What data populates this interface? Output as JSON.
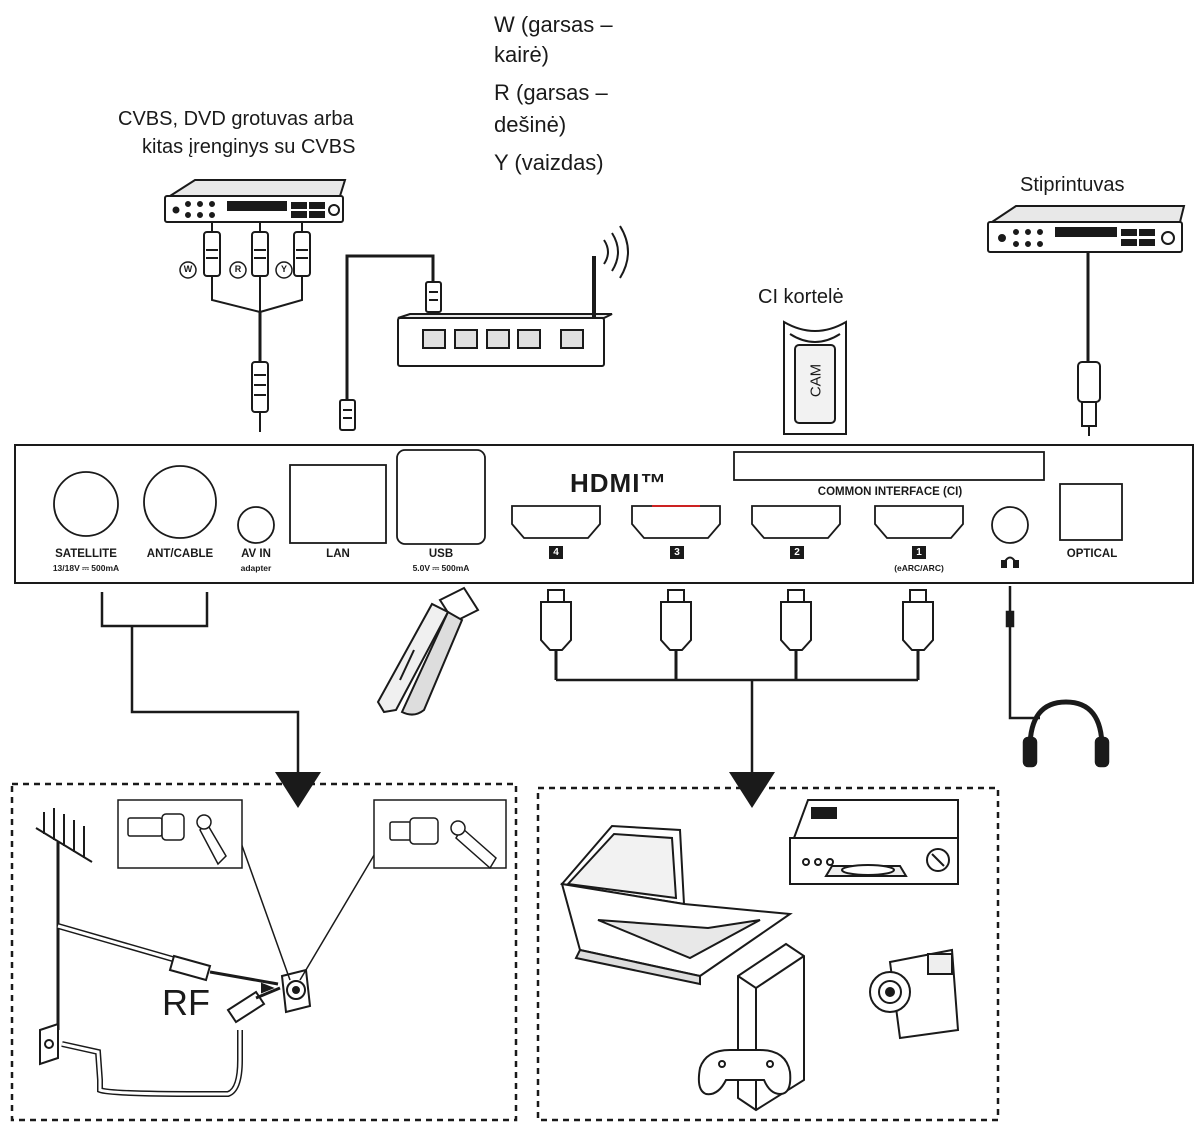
{
  "labels": {
    "cvbs_device_line1": "CVBS, DVD grotuvas arba",
    "cvbs_device_line2": "kitas įrenginys su CVBS",
    "w_line1": "W (garsas –",
    "w_line2": "kairė)",
    "r_line1": "R (garsas –",
    "r_line2": "dešinė)",
    "y_line": "Y (vaizdas)",
    "amplifier": "Stiprintuvas",
    "ci_card": "CI kortelė",
    "cam": "CAM",
    "rf": "RF",
    "rca_w": "W",
    "rca_r": "R",
    "rca_y": "Y"
  },
  "panel": {
    "satellite": "SATELLITE",
    "satellite_spec": "13/18V ⎓ 500mA",
    "ant_cable": "ANT/CABLE",
    "av_in": "AV IN",
    "av_in_sub": "adapter",
    "lan": "LAN",
    "usb": "USB",
    "usb_spec": "5.0V ⎓ 500mA",
    "hdmi_logo": "HDMI™",
    "hdmi_4": "4",
    "hdmi_3": "3",
    "hdmi_2": "2",
    "hdmi_1": "1",
    "earc": "(eARC/ARC)",
    "common_interface": "COMMON INTERFACE (CI)",
    "optical": "OPTICAL",
    "headphone_icon": "headphone-icon"
  },
  "colors": {
    "line": "#1a1a1a",
    "panel_bg": "#ffffff",
    "hdmi3_accent": "#cc2222"
  }
}
